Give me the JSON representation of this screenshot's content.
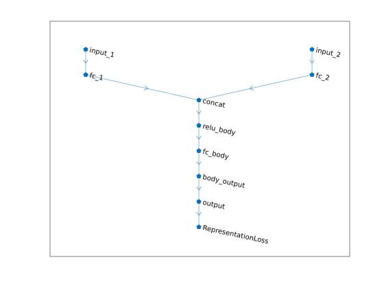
{
  "graph": {
    "node_color": "#0072BD",
    "edge_color": "#6EA8D2",
    "nodes": [
      {
        "id": "input_1",
        "label": "input_1"
      },
      {
        "id": "fc_1",
        "label": "fc_1"
      },
      {
        "id": "input_2",
        "label": "input_2"
      },
      {
        "id": "fc_2",
        "label": "fc_2"
      },
      {
        "id": "concat",
        "label": "concat"
      },
      {
        "id": "relu_body",
        "label": "relu_body"
      },
      {
        "id": "fc_body",
        "label": "fc_body"
      },
      {
        "id": "body_output",
        "label": "body_output"
      },
      {
        "id": "output",
        "label": "output"
      },
      {
        "id": "RepresentationLoss",
        "label": "RepresentationLoss"
      }
    ],
    "edges": [
      {
        "from": "input_1",
        "to": "fc_1"
      },
      {
        "from": "input_2",
        "to": "fc_2"
      },
      {
        "from": "fc_1",
        "to": "concat"
      },
      {
        "from": "fc_2",
        "to": "concat"
      },
      {
        "from": "concat",
        "to": "relu_body"
      },
      {
        "from": "relu_body",
        "to": "fc_body"
      },
      {
        "from": "fc_body",
        "to": "body_output"
      },
      {
        "from": "body_output",
        "to": "output"
      },
      {
        "from": "output",
        "to": "RepresentationLoss"
      }
    ]
  }
}
